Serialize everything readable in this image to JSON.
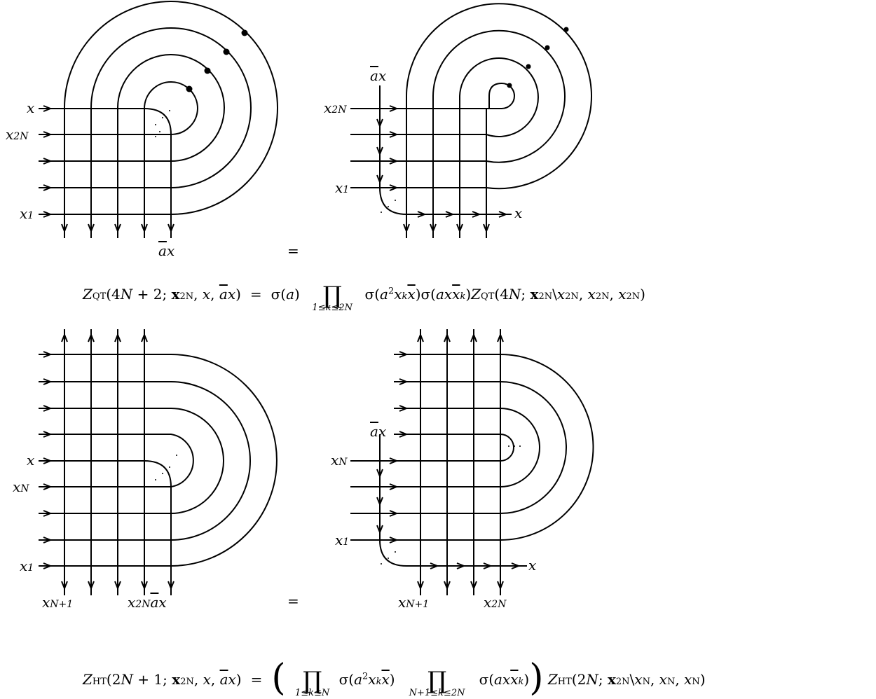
{
  "fig1": {
    "left": {
      "in_top": "x",
      "in_second": "x_{2N}",
      "in_bottom": "x_1",
      "out_bottom": "āx"
    },
    "right": {
      "in_top": "āx",
      "in_second": "x_{2N}",
      "in_bottom": "x_1",
      "out_right": "x"
    },
    "eq_sign": "=",
    "formula": "Z_QT(4N+2; x_2N, x, āx) = σ(a) ∏_{1≤k≤2N} σ(a²x_k x̄) σ(a x x̄_k) Z_QT(4N; x_2N\\x_2N, x_2N, x_2N)"
  },
  "fig2": {
    "left": {
      "in_x": "x",
      "in_xn": "x_N",
      "in_bottom": "x_1",
      "out_n1": "x_{N+1}",
      "out_2n": "x_{2N}",
      "out_ax": "āx"
    },
    "right": {
      "in_top": "āx",
      "in_xn": "x_N",
      "in_bottom": "x_1",
      "out_right": "x",
      "out_n1": "x_{N+1}",
      "out_2n": "x_{2N}"
    },
    "eq_sign": "=",
    "formula": "Z_HT(2N+1; x_2N, x, āx) = ( ∏_{1≤k≤N} σ(a²x_k x̄) ∏_{N+1≤k≤2N} σ(a x x̄_k) ) Z_HT(2N; x_2N\\x_N, x_N, x_N)"
  }
}
